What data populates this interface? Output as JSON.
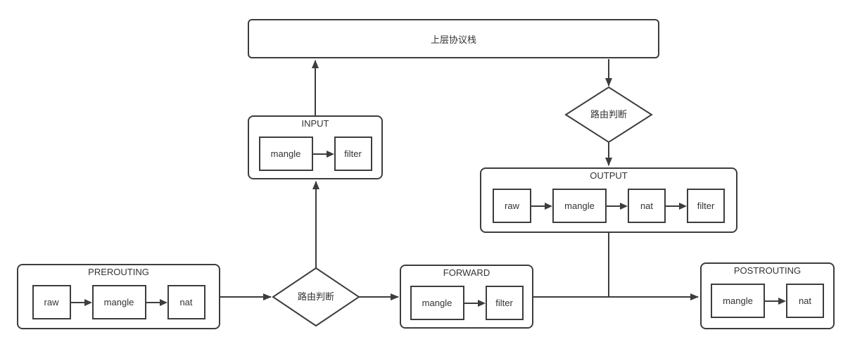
{
  "colors": {
    "line": "#3d3d3d",
    "text": "#333333",
    "background": "#ffffff"
  },
  "nodes": {
    "protocol_stack": {
      "label": "上层协议栈"
    },
    "routing_decision_top": {
      "label": "路由判断"
    },
    "routing_decision_left": {
      "label": "路由判断"
    },
    "chains": {
      "prerouting": {
        "title": "PREROUTING",
        "tables": [
          "raw",
          "mangle",
          "nat"
        ]
      },
      "input": {
        "title": "INPUT",
        "tables": [
          "mangle",
          "filter"
        ]
      },
      "forward": {
        "title": "FORWARD",
        "tables": [
          "mangle",
          "filter"
        ]
      },
      "output": {
        "title": "OUTPUT",
        "tables": [
          "raw",
          "mangle",
          "nat",
          "filter"
        ]
      },
      "postrouting": {
        "title": "POSTROUTING",
        "tables": [
          "mangle",
          "nat"
        ]
      }
    }
  }
}
